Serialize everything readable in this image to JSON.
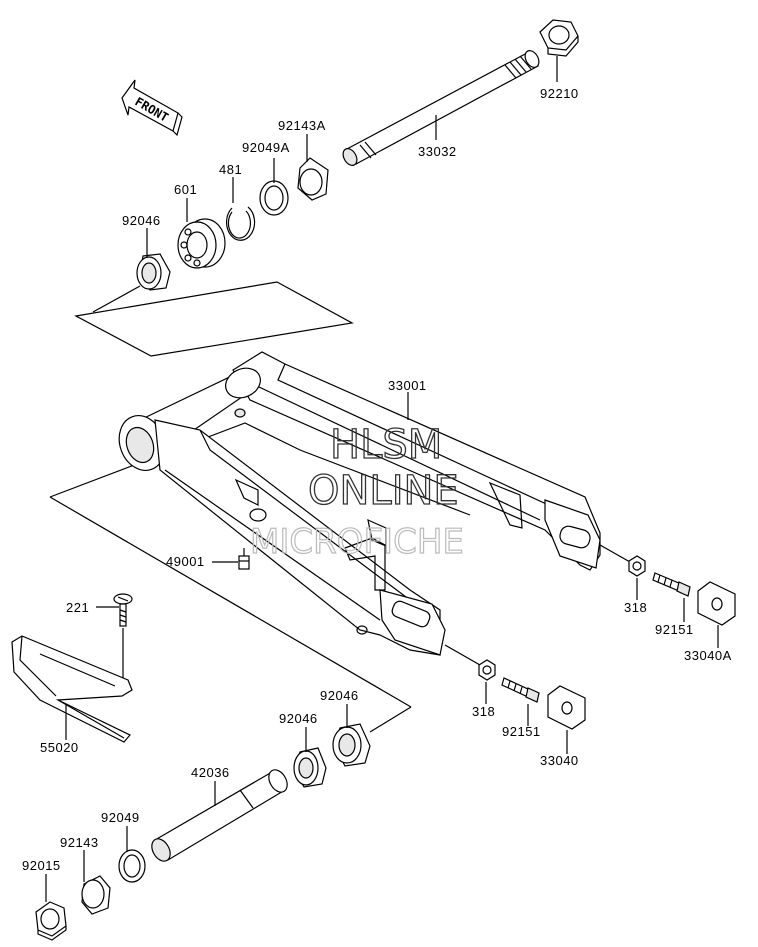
{
  "front_label": "FRONT",
  "watermark": {
    "line1": "HLSM",
    "line2": "ONLINE",
    "line3": "MICROFICHE"
  },
  "parts": [
    {
      "id": "p-92210",
      "number": "92210",
      "name": "nut-92210"
    },
    {
      "id": "p-33032",
      "number": "33032",
      "name": "shaft-33032"
    },
    {
      "id": "p-92143A",
      "number": "92143A",
      "name": "collar-92143a"
    },
    {
      "id": "p-92049A",
      "number": "92049A",
      "name": "seal-92049a"
    },
    {
      "id": "p-481",
      "number": "481",
      "name": "circlip-481"
    },
    {
      "id": "p-601",
      "number": "601",
      "name": "ball-bearing-601"
    },
    {
      "id": "p-92046a",
      "number": "92046",
      "name": "needle-bearing-92046-upper"
    },
    {
      "id": "p-33001",
      "number": "33001",
      "name": "swingarm-33001"
    },
    {
      "id": "p-49001",
      "number": "49001",
      "name": "grease-nipple-49001"
    },
    {
      "id": "p-221",
      "number": "221",
      "name": "screw-221"
    },
    {
      "id": "p-55020",
      "number": "55020",
      "name": "chain-guard-55020"
    },
    {
      "id": "p-318a",
      "number": "318",
      "name": "nut-318-right"
    },
    {
      "id": "p-92151a",
      "number": "92151",
      "name": "bolt-92151-right"
    },
    {
      "id": "p-33040A",
      "number": "33040A",
      "name": "adjuster-block-33040a"
    },
    {
      "id": "p-318b",
      "number": "318",
      "name": "nut-318-left"
    },
    {
      "id": "p-92151b",
      "number": "92151",
      "name": "bolt-92151-left"
    },
    {
      "id": "p-33040",
      "number": "33040",
      "name": "adjuster-block-33040"
    },
    {
      "id": "p-92046b",
      "number": "92046",
      "name": "needle-bearing-92046-lower-right"
    },
    {
      "id": "p-92046c",
      "number": "92046",
      "name": "needle-bearing-92046-lower-left"
    },
    {
      "id": "p-42036",
      "number": "42036",
      "name": "sleeve-42036"
    },
    {
      "id": "p-92049",
      "number": "92049",
      "name": "seal-92049"
    },
    {
      "id": "p-92143",
      "number": "92143",
      "name": "collar-92143"
    },
    {
      "id": "p-92015",
      "number": "92015",
      "name": "nut-92015"
    }
  ]
}
